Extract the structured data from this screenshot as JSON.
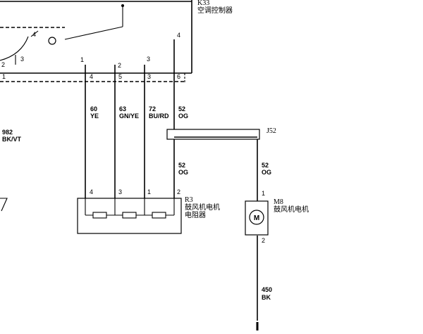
{
  "module_k33": {
    "ref": "K33",
    "name": "空调控制器"
  },
  "module_pins_top": [
    "4",
    "2",
    "3"
  ],
  "module_pins_inner": [
    "1",
    "2",
    "3",
    "4"
  ],
  "connector_pins": [
    "1",
    "4",
    "5",
    "3",
    "6"
  ],
  "wires": {
    "w60": {
      "num": "60",
      "color": "YE"
    },
    "w63": {
      "num": "63",
      "color": "GN/YE"
    },
    "w72": {
      "num": "72",
      "color": "BU/RD"
    },
    "w52a": {
      "num": "52",
      "color": "OG"
    },
    "w52b": {
      "num": "52",
      "color": "OG"
    },
    "w52c": {
      "num": "52",
      "color": "OG"
    },
    "w982": {
      "num": "982",
      "color": "BK/VT"
    },
    "w450": {
      "num": "450",
      "color": "BK"
    }
  },
  "splice_j52": {
    "ref": "J52"
  },
  "resistor_r3": {
    "ref": "R3",
    "name_line1": "鼓风机电机",
    "name_line2": "电阻器",
    "pins": [
      "4",
      "3",
      "1",
      "2"
    ]
  },
  "motor_m8": {
    "ref": "M8",
    "name": "鼓风机电机",
    "symbol": "M",
    "pins": [
      "1",
      "2"
    ]
  }
}
